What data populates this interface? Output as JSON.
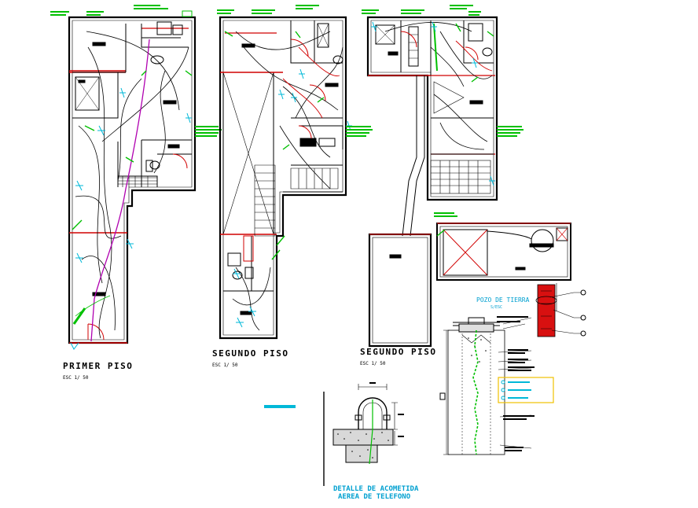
{
  "colors": {
    "background": "#ffffff",
    "walls": "#000000",
    "wall_red": "#d10000",
    "circuit_green": "#00c000",
    "circuit_cyan": "#00b8d8",
    "magenta": "#b000b0",
    "title_blue": "#00a0d0",
    "pipe_red": "#d81010"
  },
  "plans": [
    {
      "title": "PRIMER PISO",
      "scale": "ESC 1/ 50"
    },
    {
      "title": "SEGUNDO PISO",
      "scale": "ESC 1/ 50"
    },
    {
      "title": "SEGUNDO PISO",
      "scale": "ESC 1/ 50"
    }
  ],
  "details": {
    "telefono_title_line1": "DETALLE DE ACOMETIDA",
    "telefono_title_line2": "AEREA DE TELEFONO",
    "pozo_title": "POZO DE TIERRA",
    "pozo_subtitle": "S/ESC"
  }
}
